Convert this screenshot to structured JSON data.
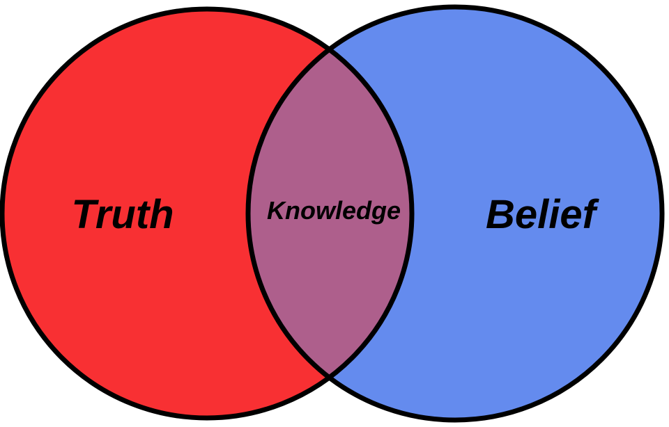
{
  "diagram": {
    "type": "venn",
    "sets": [
      {
        "label": "Truth",
        "color": "#f83033"
      },
      {
        "label": "Belief",
        "color": "#648bee"
      }
    ],
    "intersection": {
      "label": "Knowledge",
      "color": "#ae5f8c"
    },
    "stroke_color": "#000000"
  }
}
